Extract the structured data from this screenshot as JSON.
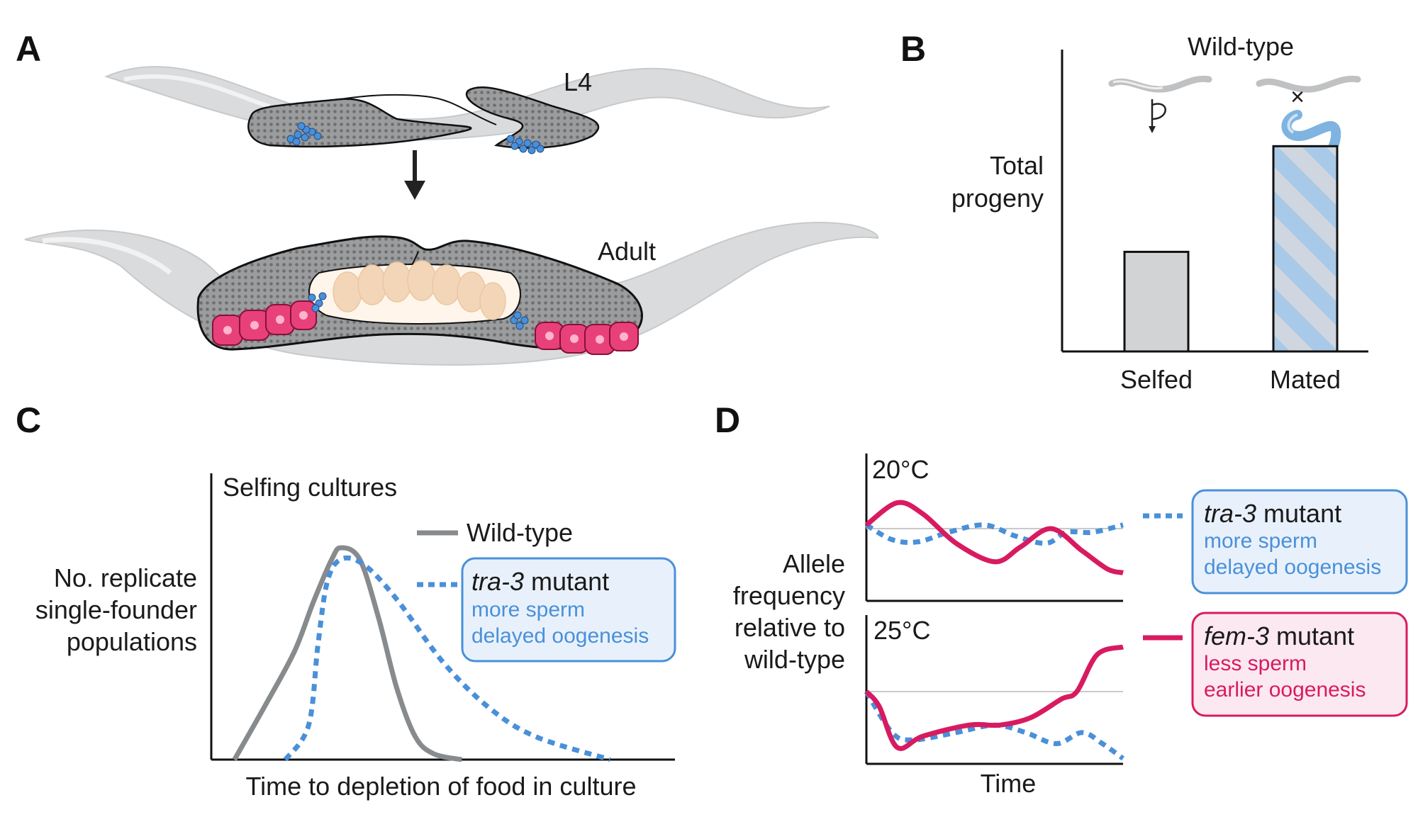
{
  "panels": {
    "a": {
      "letter": "A",
      "stage_top": "L4",
      "stage_bottom": "Adult"
    },
    "b": {
      "letter": "B",
      "title": "Wild-type",
      "ylabel_line1": "Total",
      "ylabel_line2": "progeny",
      "cross_symbol": "×"
    },
    "c": {
      "letter": "C",
      "subtitle": "Selfing cultures",
      "ylabel_lines": [
        "No. replicate",
        "single-founder",
        "populations"
      ],
      "xlabel": "Time to depletion of food in culture",
      "legend_wildtype": "Wild-type",
      "legend_tra3_gene": "tra-3",
      "legend_tra3_word": " mutant",
      "legend_tra3_line2": "more sperm",
      "legend_tra3_line3": "delayed oogenesis"
    },
    "d": {
      "letter": "D",
      "temp_top": "20°C",
      "temp_bottom": "25°C",
      "ylabel_lines": [
        "Allele",
        "frequency",
        "relative to",
        "wild-type"
      ],
      "xlabel": "Time",
      "legend_tra3_gene": "tra-3",
      "legend_tra3_word": " mutant",
      "legend_tra3_line2": "more sperm",
      "legend_tra3_line3": "delayed oogenesis",
      "legend_fem3_gene": "fem-3",
      "legend_fem3_word": " mutant",
      "legend_fem3_line2": "less sperm",
      "legend_fem3_line3": "earlier oogenesis"
    }
  },
  "colors": {
    "wildtype": "#888b8d",
    "tra3": "#4a90d9",
    "fem3": "#d81b60",
    "worm": "#d9dbdd",
    "oocyte": "#f3d6b8"
  },
  "chart_data": [
    {
      "type": "bar",
      "panel": "B",
      "title": "Wild-type",
      "ylabel": "Total progeny",
      "categories": [
        "Selfed",
        "Mated"
      ],
      "values": [
        0.33,
        0.68
      ],
      "ylim": [
        0,
        1
      ]
    },
    {
      "type": "line",
      "panel": "C",
      "title": "Selfing cultures",
      "xlabel": "Time to depletion of food in culture",
      "ylabel": "No. replicate single-founder populations",
      "xlim": [
        0,
        1
      ],
      "ylim": [
        0,
        1
      ],
      "series": [
        {
          "name": "Wild-type",
          "x": [
            0.05,
            0.12,
            0.18,
            0.22,
            0.26,
            0.28,
            0.32,
            0.36,
            0.4,
            0.44,
            0.48,
            0.54
          ],
          "y": [
            0.0,
            0.2,
            0.38,
            0.55,
            0.7,
            0.74,
            0.7,
            0.5,
            0.25,
            0.08,
            0.02,
            0.0
          ]
        },
        {
          "name": "tra-3 mutant",
          "x": [
            0.16,
            0.21,
            0.23,
            0.25,
            0.28,
            0.33,
            0.4,
            0.5,
            0.6,
            0.7,
            0.86
          ],
          "y": [
            0.0,
            0.12,
            0.4,
            0.62,
            0.7,
            0.68,
            0.56,
            0.34,
            0.18,
            0.08,
            0.0
          ]
        }
      ]
    },
    {
      "type": "line",
      "panel": "D",
      "title": "20°C",
      "xlabel": "Time",
      "ylabel": "Allele frequency relative to wild-type",
      "xlim": [
        0,
        1
      ],
      "ylim": [
        -1,
        1
      ],
      "series": [
        {
          "name": "tra-3 mutant",
          "x": [
            0,
            0.1,
            0.2,
            0.32,
            0.46,
            0.58,
            0.7,
            0.78,
            0.88,
            1.0
          ],
          "y": [
            0.05,
            -0.15,
            -0.18,
            -0.05,
            0.05,
            -0.1,
            -0.2,
            -0.05,
            -0.05,
            0.05
          ]
        },
        {
          "name": "fem-3 mutant",
          "x": [
            0,
            0.12,
            0.22,
            0.35,
            0.5,
            0.6,
            0.72,
            0.84,
            0.94,
            1.0
          ],
          "y": [
            0.05,
            0.35,
            0.2,
            -0.2,
            -0.45,
            -0.25,
            0.0,
            -0.3,
            -0.55,
            -0.6
          ]
        }
      ]
    },
    {
      "type": "line",
      "panel": "D",
      "title": "25°C",
      "xlabel": "Time",
      "ylabel": "Allele frequency relative to wild-type",
      "xlim": [
        0,
        1
      ],
      "ylim": [
        -1,
        1
      ],
      "series": [
        {
          "name": "tra-3 mutant",
          "x": [
            0,
            0.1,
            0.18,
            0.35,
            0.5,
            0.62,
            0.74,
            0.84,
            0.92,
            1.0
          ],
          "y": [
            0.0,
            -0.55,
            -0.65,
            -0.55,
            -0.45,
            -0.55,
            -0.7,
            -0.55,
            -0.7,
            -0.9
          ]
        },
        {
          "name": "fem-3 mutant",
          "x": [
            0,
            0.05,
            0.12,
            0.22,
            0.4,
            0.52,
            0.64,
            0.76,
            0.82,
            0.9,
            1.0
          ],
          "y": [
            0.0,
            -0.2,
            -0.75,
            -0.6,
            -0.45,
            -0.45,
            -0.35,
            -0.1,
            0.0,
            0.5,
            0.6
          ]
        }
      ]
    }
  ]
}
